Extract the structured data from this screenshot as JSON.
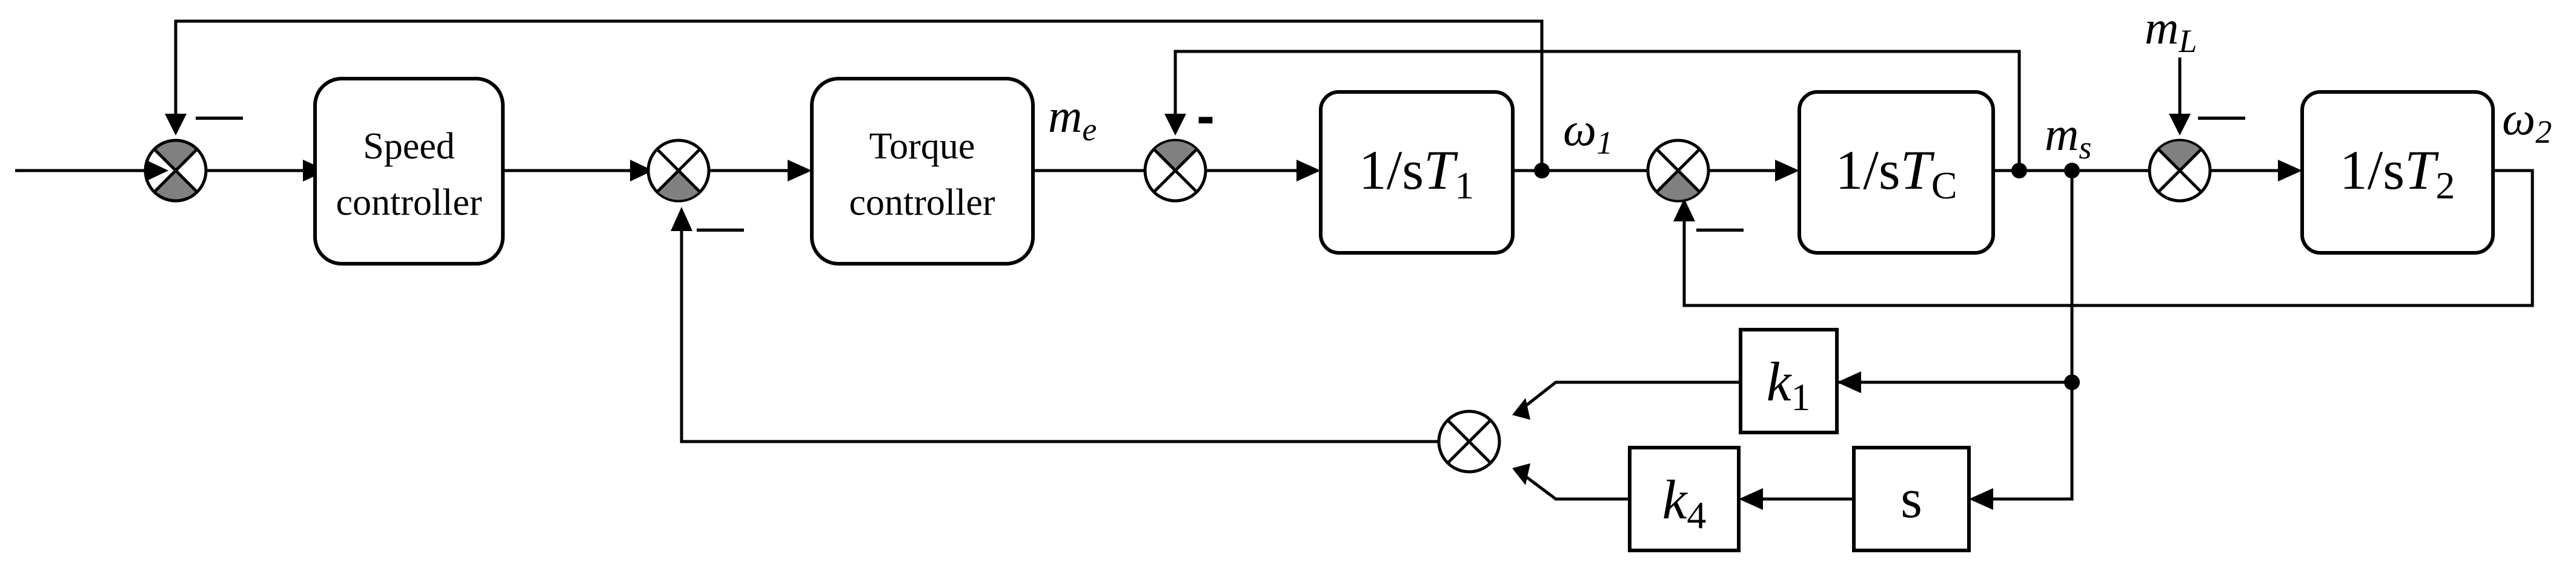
{
  "blocks": {
    "speed_controller": {
      "line1": "Speed",
      "line2": "controller"
    },
    "torque_controller": {
      "line1": "Torque",
      "line2": "controller"
    },
    "motor_inertia": {
      "prefix": "1/s",
      "symbol": "T",
      "sub": "1"
    },
    "shaft_stiffness": {
      "prefix": "1/s",
      "symbol": "T",
      "sub": "C"
    },
    "load_inertia": {
      "prefix": "1/s",
      "symbol": "T",
      "sub": "2"
    },
    "gain_k1": {
      "symbol": "k",
      "sub": "1"
    },
    "gain_k4": {
      "symbol": "k",
      "sub": "4"
    },
    "derivative": {
      "label": "s"
    }
  },
  "signals": {
    "m_e": {
      "symbol": "m",
      "sub": "e"
    },
    "omega_1": {
      "symbol": "ω",
      "sub": "1"
    },
    "m_s": {
      "symbol": "m",
      "sub": "s"
    },
    "m_L": {
      "symbol": "m",
      "sub": "L"
    },
    "omega_2": {
      "symbol": "ω",
      "sub": "2"
    }
  },
  "signs": {
    "speed_feedback": "—",
    "state_feedback": "—",
    "shaft_torque_feedback": "-",
    "load_speed_feedback": "—",
    "load_torque": "—"
  }
}
